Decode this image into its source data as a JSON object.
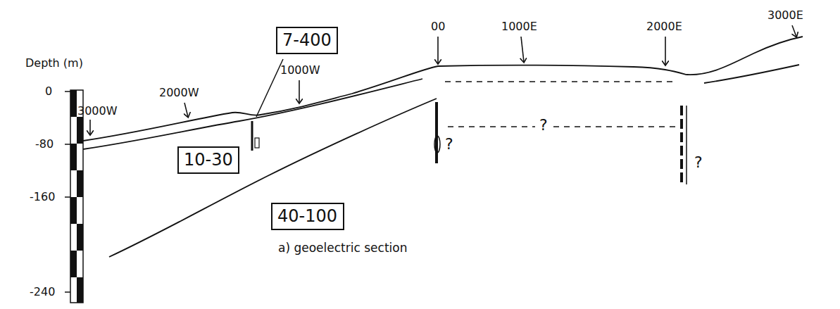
{
  "diagram": {
    "caption": "a) geoelectric section",
    "nodes": [
      {
        "text": [
          "7-400"
        ]
      },
      {
        "text": [
          "10-30"
        ]
      },
      {
        "text": [
          "40-100"
        ]
      }
    ],
    "labels": [
      "Depth (m)",
      "0",
      "-80",
      "-160",
      "-240",
      "3000W",
      "2000W",
      "1000W",
      "00",
      "1000E",
      "2000E",
      "3000E",
      "?",
      "?",
      "?"
    ]
  }
}
